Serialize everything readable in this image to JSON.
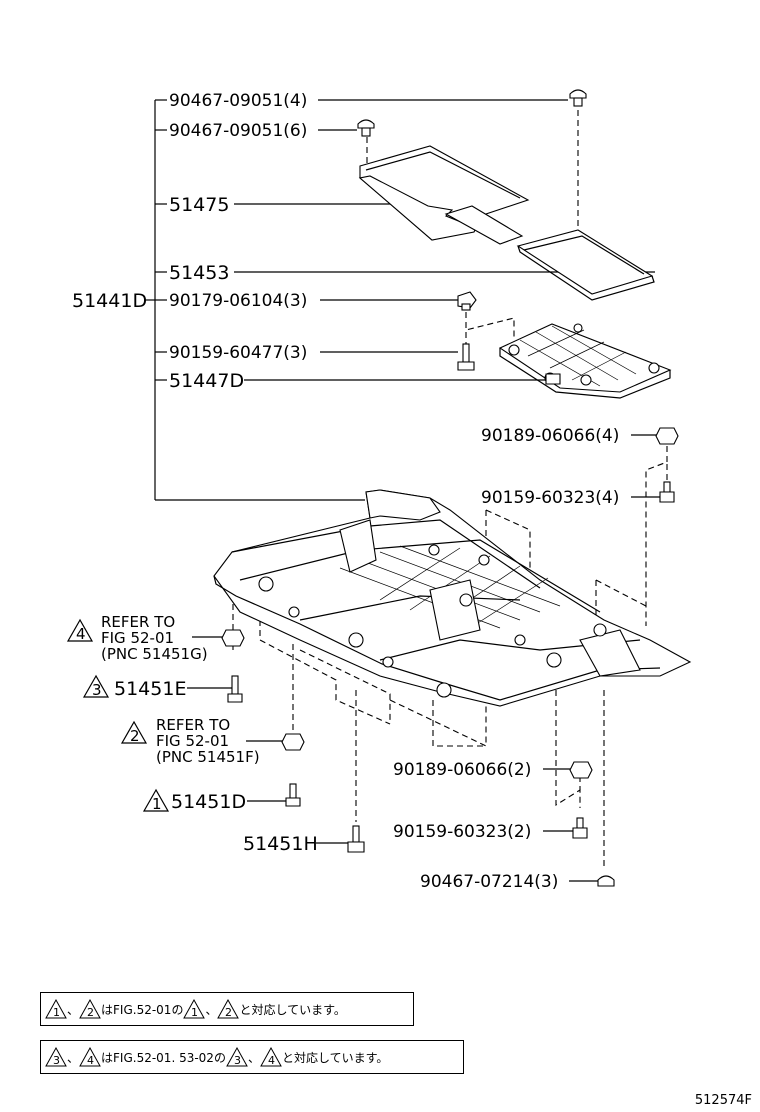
{
  "labels": {
    "assembly": "51441D",
    "p1": "90467-09051(4)",
    "p2": "90467-09051(6)",
    "p3": "51475",
    "p4": "51453",
    "p5": "90179-06104(3)",
    "p6": "90159-60477(3)",
    "p7": "51447D",
    "p8": "90189-06066(4)",
    "p9": "90159-60323(4)",
    "p10": "90189-06066(2)",
    "p11": "90159-60323(2)",
    "p12": "90467-07214(3)",
    "p13": "51451E",
    "p14": "51451D",
    "p15": "51451H"
  },
  "refs": {
    "r4_line1": "REFER TO",
    "r4_line2": "FIG 52-01",
    "r4_line3": "(PNC 51451G)",
    "r2_line1": "REFER TO",
    "r2_line2": "FIG 52-01",
    "r2_line3": "(PNC 51451F)",
    "tri4": "4",
    "tri3": "3",
    "tri2": "2",
    "tri1": "1"
  },
  "notes": {
    "note1": {
      "t1": "1",
      "sep1": "、",
      "t2": "2",
      "text1": "はFIG.52-01の",
      "t3": "1",
      "sep2": "、",
      "t4": "2",
      "text2": "と対応しています。"
    },
    "note2": {
      "t1": "3",
      "sep1": "、",
      "t2": "4",
      "text1": "はFIG.52-01. 53-02の",
      "t3": "3",
      "sep2": "、",
      "t4": "4",
      "text2": "と対応しています。"
    }
  },
  "figure_id": "512574F"
}
